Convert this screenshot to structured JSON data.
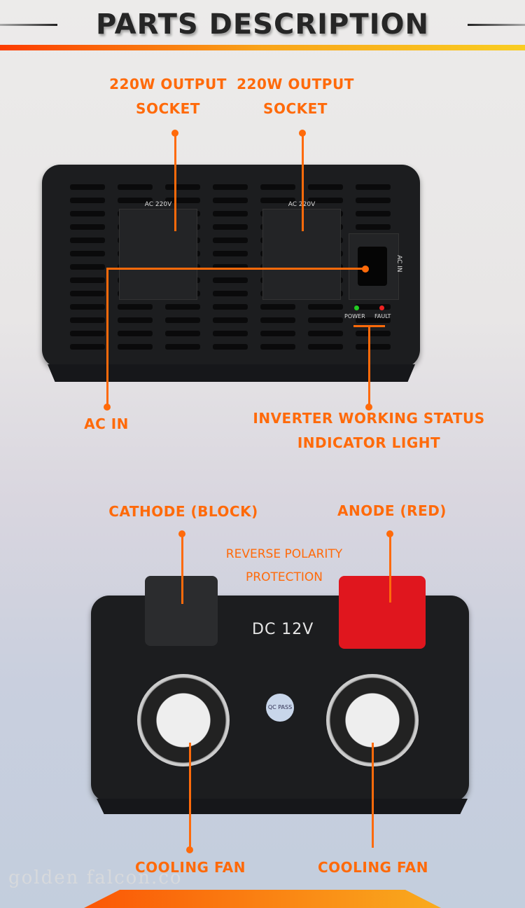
{
  "header": {
    "title": "PARTS DESCRIPTION"
  },
  "top_labels": {
    "output_socket_1": {
      "line1": "220W OUTPUT",
      "line2": "SOCKET"
    },
    "output_socket_2": {
      "line1": "220W OUTPUT",
      "line2": "SOCKET"
    },
    "ac_in": "AC IN",
    "status_light": {
      "line1": "INVERTER WORKING STATUS",
      "line2": "INDICATOR LIGHT"
    }
  },
  "top_device": {
    "socket_label_1": "AC 220V",
    "socket_label_2": "AC 220V",
    "ac_in_label": "AC IN",
    "power_label": "POWER",
    "fault_label": "FAULT"
  },
  "bottom_labels": {
    "cathode": "CATHODE (BLOCK)",
    "anode": "ANODE (RED)",
    "reverse": {
      "line1": "REVERSE POLARITY",
      "line2": "PROTECTION"
    },
    "fan_1": "COOLING FAN",
    "fan_2": "COOLING FAN"
  },
  "bottom_device": {
    "voltage": "DC 12V",
    "qc": "QC PASS"
  },
  "watermark": "golden falcon.co",
  "colors": {
    "accent": "#ff6a0a",
    "red_terminal": "#e0161e"
  }
}
